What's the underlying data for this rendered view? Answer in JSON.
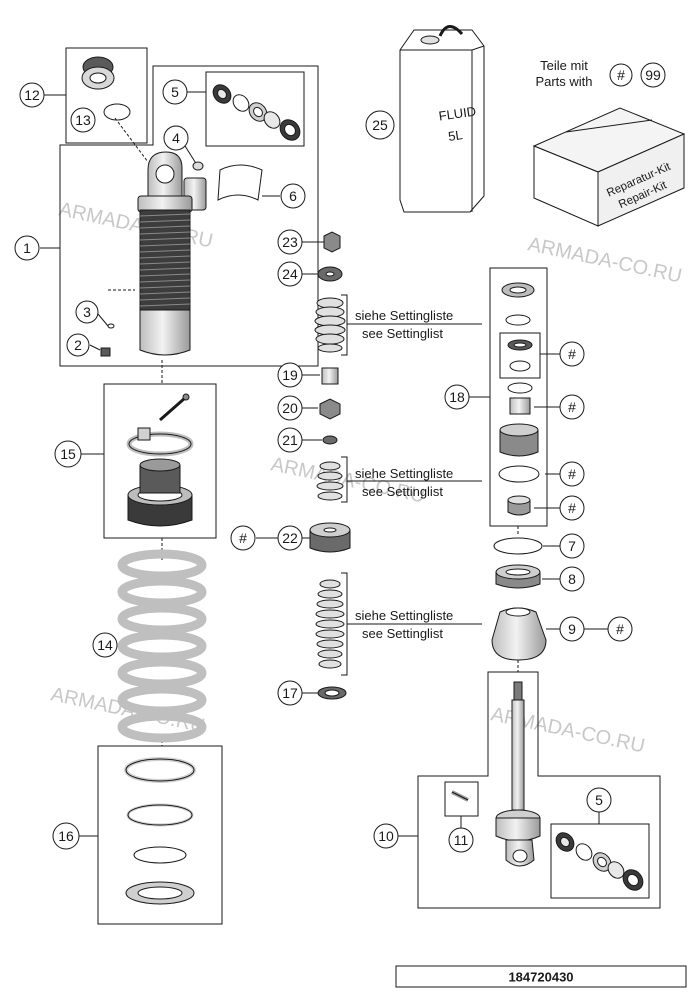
{
  "diagram_id": "184720430",
  "parts_note": {
    "line1": "Teile mit",
    "line2": "Parts with",
    "hash": "#",
    "number": "99"
  },
  "fluid_can": {
    "line1": "FLUID",
    "line2": "5L"
  },
  "repair_kit": {
    "line1": "Reparatur-Kit",
    "line2": "Repair-Kit"
  },
  "setting_note": {
    "de": "siehe Settingliste",
    "en": "see Settinglist"
  },
  "watermark": "ARMADA-CO.RU",
  "hash": "#",
  "callouts": [
    "1",
    "2",
    "3",
    "4",
    "5",
    "5",
    "6",
    "7",
    "8",
    "9",
    "10",
    "11",
    "12",
    "13",
    "14",
    "15",
    "16",
    "17",
    "18",
    "19",
    "20",
    "21",
    "22",
    "23",
    "24",
    "25"
  ]
}
